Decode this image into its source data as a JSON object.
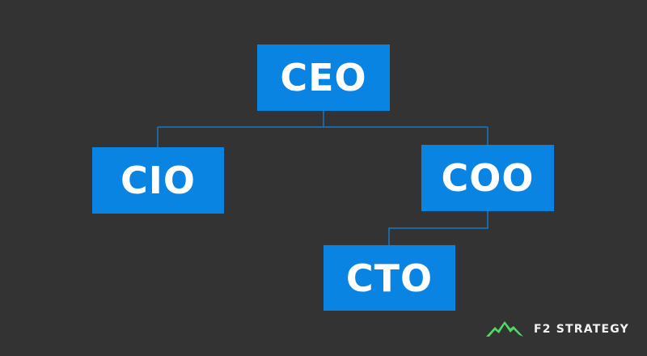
{
  "diagram": {
    "type": "org-chart",
    "nodes": [
      {
        "id": "ceo",
        "label": "CEO"
      },
      {
        "id": "cio",
        "label": "CIO",
        "parent": "ceo"
      },
      {
        "id": "coo",
        "label": "COO",
        "parent": "ceo"
      },
      {
        "id": "cto",
        "label": "CTO",
        "parent": "coo"
      }
    ],
    "colors": {
      "background": "#333333",
      "node_fill": "#0a84e3",
      "node_text": "#ffffff",
      "connector": "#1a78c2",
      "logo_green": "#4cd964"
    }
  },
  "nodes": {
    "ceo": "CEO",
    "cio": "CIO",
    "coo": "COO",
    "cto": "CTO"
  },
  "brand": {
    "icon": "mountain-logo-icon",
    "name": "F2 STRATEGY"
  }
}
